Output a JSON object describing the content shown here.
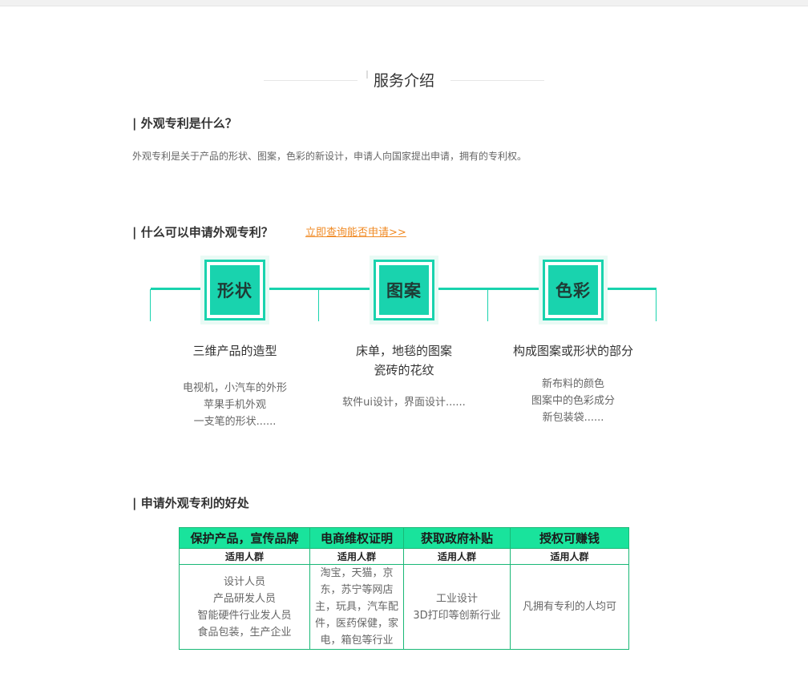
{
  "section_title": "服务介绍",
  "q1": {
    "heading": "| 外观专利是什么？",
    "desc": "外观专利是关于产品的形状、图案，色彩的新设计，申请人向国家提出申请，拥有的专利权。"
  },
  "q2": {
    "heading": "| 什么可以申请外观专利？",
    "link": "立即查询能否申请>>",
    "items": [
      {
        "badge": "形状",
        "title": "三维产品的造型",
        "desc": [
          "电视机，小汽车的外形",
          "苹果手机外观",
          "一支笔的形状......"
        ]
      },
      {
        "badge": "图案",
        "title": [
          "床单，地毯的图案",
          "瓷砖的花纹"
        ],
        "desc": [
          "软件ui设计，界面设计......"
        ]
      },
      {
        "badge": "色彩",
        "title": "构成图案或形状的部分",
        "desc": [
          "新布料的颜色",
          "图案中的色彩成分",
          "新包装袋......"
        ]
      }
    ]
  },
  "q3": {
    "heading": "| 申请外观专利的好处",
    "table": {
      "headers": [
        "保护产品，宣传品牌",
        "电商维权证明",
        "获取政府补贴",
        "授权可赚钱"
      ],
      "sub": [
        "适用人群",
        "适用人群",
        "适用人群",
        "适用人群"
      ],
      "cells": [
        [
          "设计人员",
          "产品研发人员",
          "智能硬件行业发人员",
          "食品包装，生产企业"
        ],
        [
          "淘宝，天猫，京",
          "东，苏宁等网店",
          "主，玩具，汽车配",
          "件，医药保健，家",
          "电，箱包等行业"
        ],
        [
          "工业设计",
          "3D打印等创新行业"
        ],
        [
          "凡拥有专利的人均可"
        ]
      ]
    }
  },
  "colors": {
    "accent": "#19d3ae",
    "table_header": "#19e39c",
    "link": "#f08a24"
  }
}
